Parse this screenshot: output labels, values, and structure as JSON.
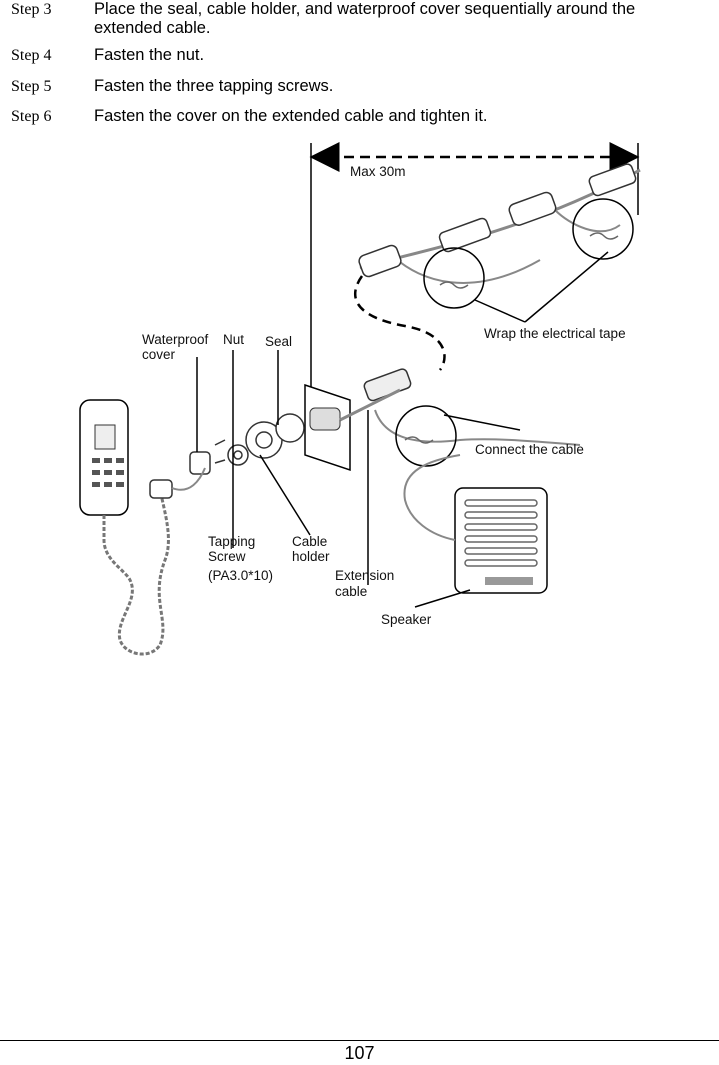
{
  "steps": [
    {
      "label": "Step 3",
      "text_line1": "Place the seal, cable holder, and waterproof cover sequentially around the",
      "text_line2": "extended cable."
    },
    {
      "label": "Step 4",
      "text": "Fasten the nut."
    },
    {
      "label": "Step 5",
      "text": "Fasten the three tapping screws."
    },
    {
      "label": "Step 6",
      "text": "Fasten the cover on the extended cable and tighten it."
    }
  ],
  "diagram": {
    "max_length": "Max 30m",
    "wrap_tape": "Wrap the electrical tape",
    "waterproof_cover": [
      "Waterproof",
      "cover"
    ],
    "nut": "Nut",
    "seal": "Seal",
    "connect_cable": "Connect the cable",
    "tapping_screw": [
      "Tapping",
      "Screw",
      "(PA3.0*10)"
    ],
    "cable_holder": [
      "Cable",
      "holder"
    ],
    "extension_cable": [
      "Extension",
      "cable"
    ],
    "speaker": "Speaker"
  },
  "footer": {
    "page_number": "107"
  }
}
